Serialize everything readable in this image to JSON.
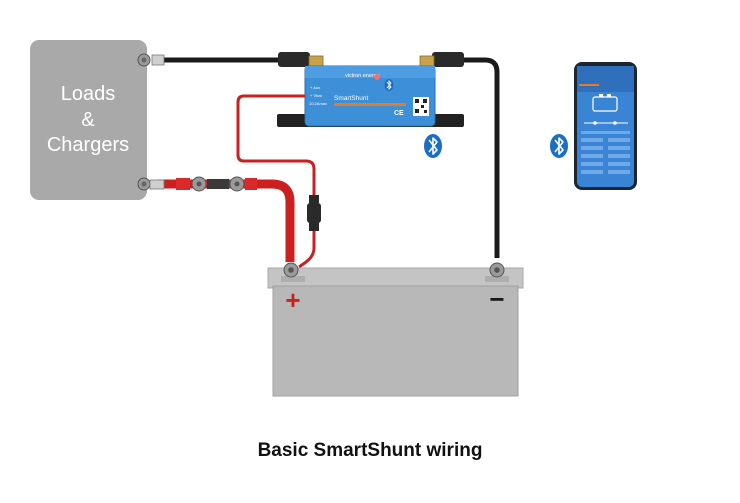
{
  "loads_box": {
    "line1": "Loads",
    "line2": "&",
    "line3": "Chargers"
  },
  "shunt": {
    "brand": "victron energy",
    "name": "SmartShunt",
    "aux_label": "+ Aux",
    "vbat_label": "+ Vbat",
    "fuse_label": "10.2Amax",
    "ce_mark": "CE"
  },
  "battery": {
    "positive_symbol": "+",
    "negative_symbol": "−"
  },
  "caption": "Basic SmartShunt wiring",
  "icons": [
    "bluetooth-icon",
    "phone-app",
    "fuse-icon",
    "terminal-icon"
  ],
  "colors": {
    "positive_cable": "#cc1f1f",
    "negative_cable": "#1a1a1a",
    "battery": "#b8b8b8",
    "shunt_blue": "#3d8fd8",
    "bluetooth": "#1b6fc2",
    "loads_box": "#a9a9a9"
  }
}
